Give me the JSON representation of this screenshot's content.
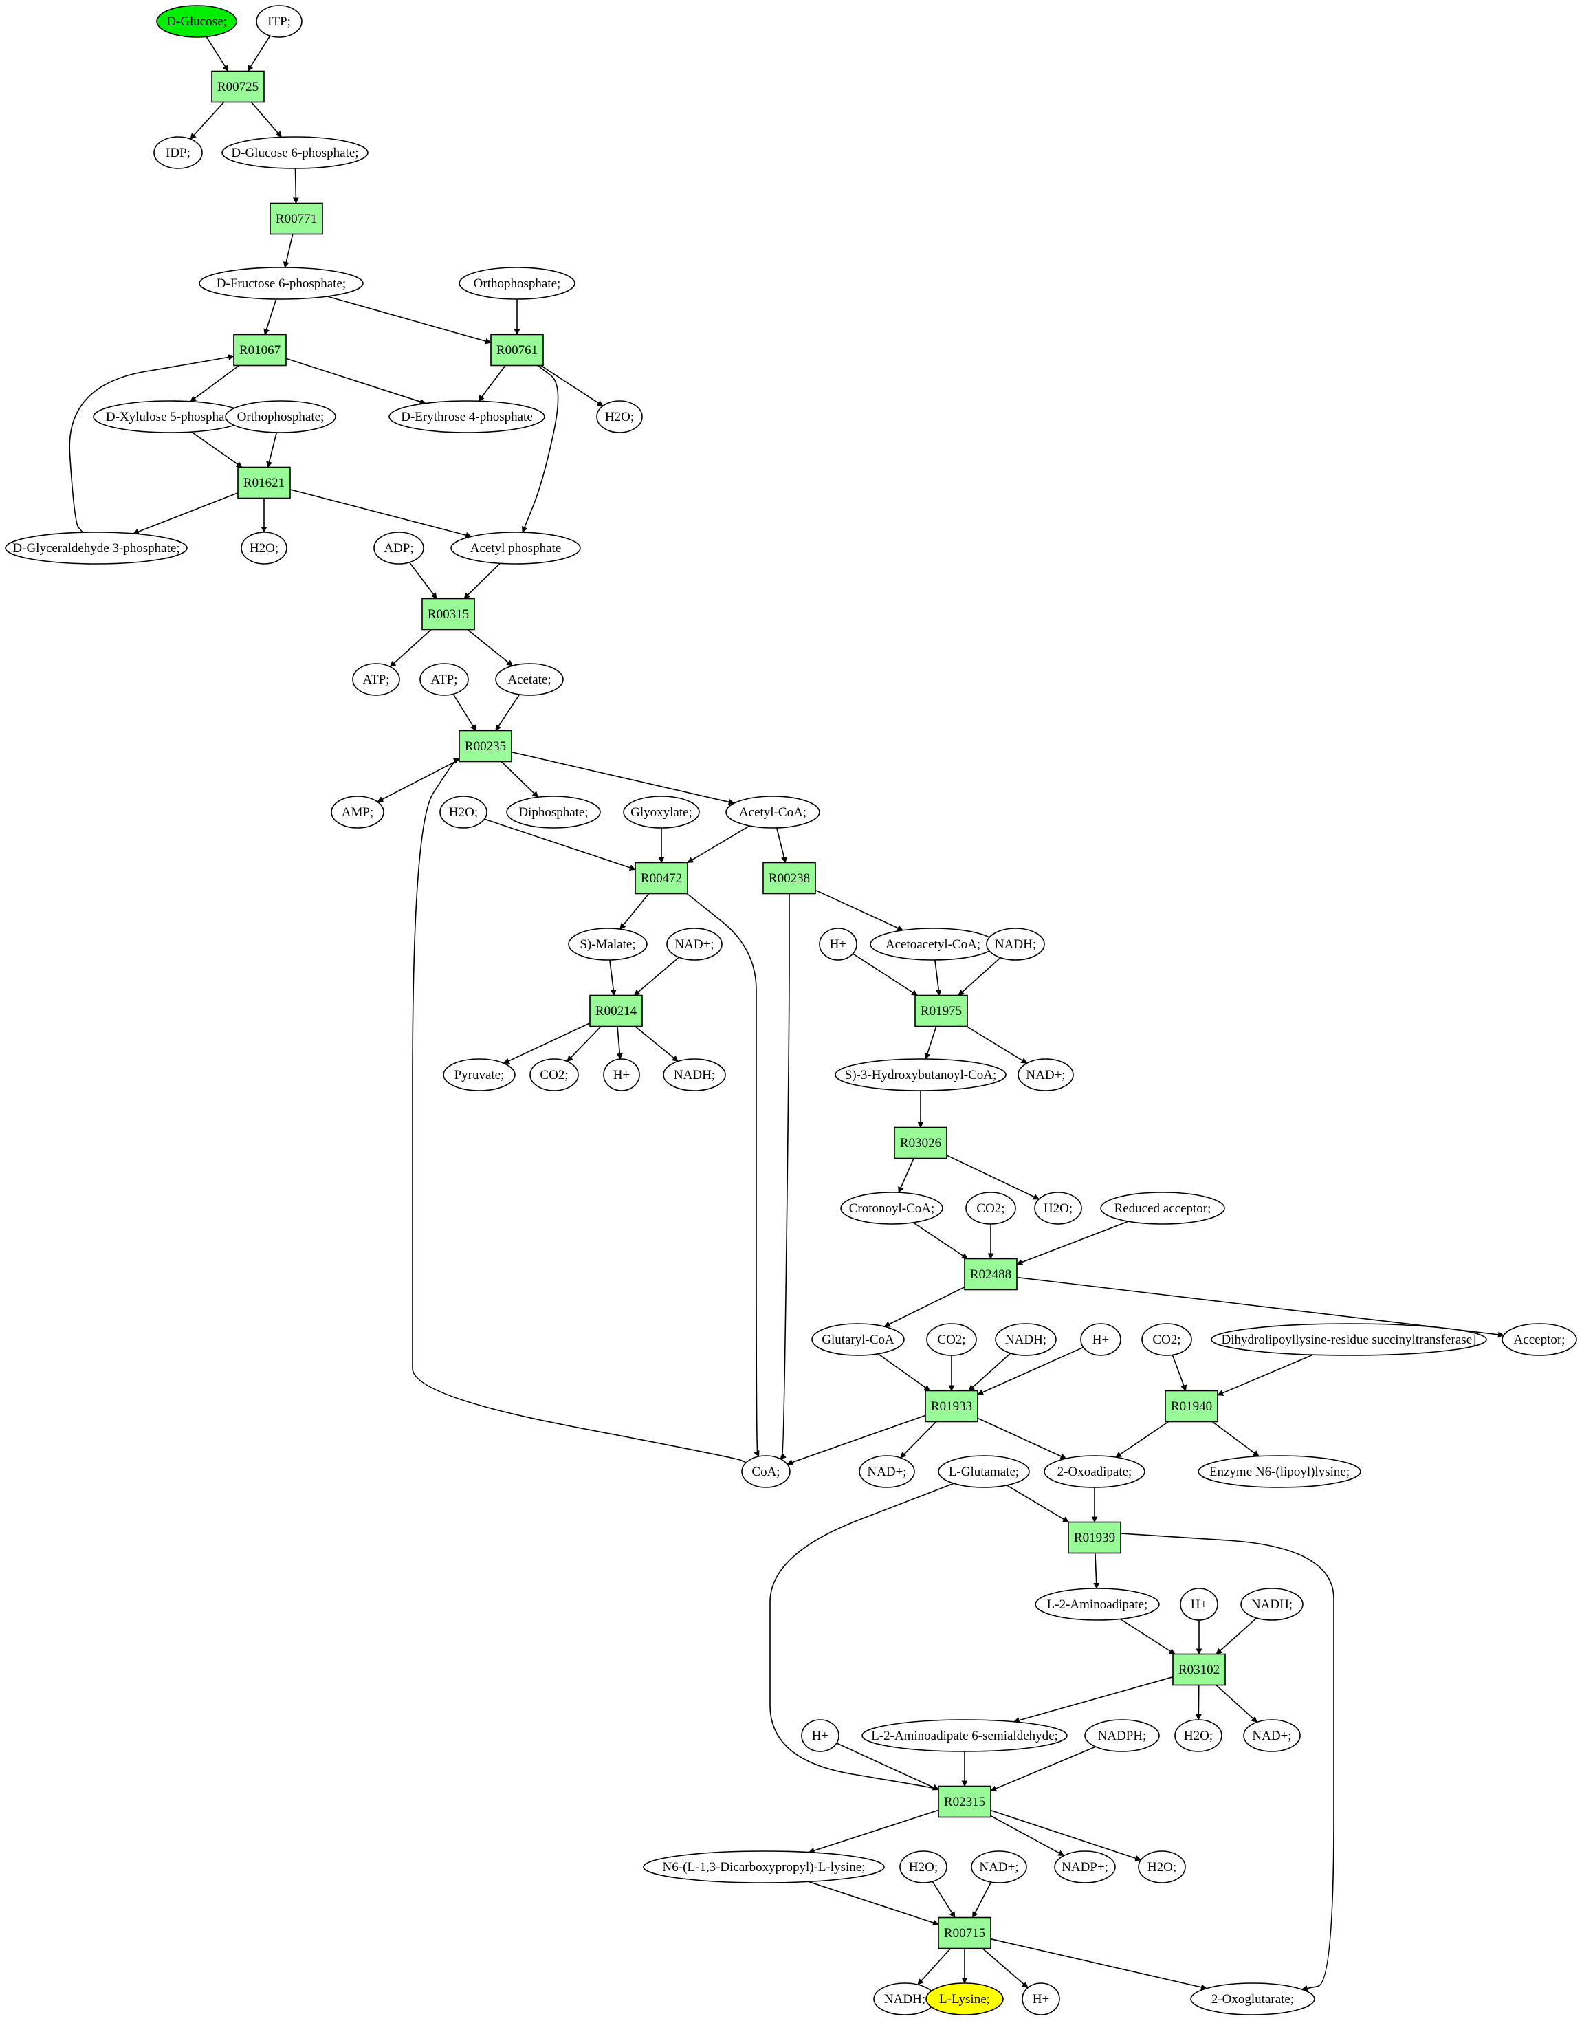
{
  "colors": {
    "reaction_fill": "#98fb98",
    "start_fill": "#00ee00",
    "target_fill": "#ffff00",
    "compound_fill": "#ffffff",
    "stroke": "#000000"
  },
  "compounds": [
    {
      "id": "c1",
      "label": "D-Glucose;",
      "role": "start"
    },
    {
      "id": "c2",
      "label": "ITP;"
    },
    {
      "id": "c3",
      "label": "IDP;"
    },
    {
      "id": "c4",
      "label": "D-Glucose 6-phosphate;"
    },
    {
      "id": "c5",
      "label": "D-Fructose 6-phosphate;"
    },
    {
      "id": "c6",
      "label": "Orthophosphate;"
    },
    {
      "id": "c7",
      "label": "D-Xylulose 5-phosphate"
    },
    {
      "id": "c8",
      "label": "Orthophosphate;"
    },
    {
      "id": "c9",
      "label": "D-Erythrose 4-phosphate"
    },
    {
      "id": "c10",
      "label": "H2O;"
    },
    {
      "id": "c11",
      "label": "D-Glyceraldehyde 3-phosphate;"
    },
    {
      "id": "c12",
      "label": "H2O;"
    },
    {
      "id": "c13",
      "label": "ADP;"
    },
    {
      "id": "c14",
      "label": "Acetyl phosphate"
    },
    {
      "id": "c15",
      "label": "ATP;"
    },
    {
      "id": "c16",
      "label": "ATP;"
    },
    {
      "id": "c17",
      "label": "Acetate;"
    },
    {
      "id": "c18",
      "label": "AMP;"
    },
    {
      "id": "c19",
      "label": "H2O;"
    },
    {
      "id": "c20",
      "label": "Diphosphate;"
    },
    {
      "id": "c21",
      "label": "Glyoxylate;"
    },
    {
      "id": "c22",
      "label": "Acetyl-CoA;"
    },
    {
      "id": "c23",
      "label": "S)-Malate;"
    },
    {
      "id": "c24",
      "label": "NAD+;"
    },
    {
      "id": "c25",
      "label": "H+"
    },
    {
      "id": "c26",
      "label": "Acetoacetyl-CoA;"
    },
    {
      "id": "c27",
      "label": "NADH;"
    },
    {
      "id": "c28",
      "label": "Pyruvate;"
    },
    {
      "id": "c29",
      "label": "CO2;"
    },
    {
      "id": "c30",
      "label": "H+"
    },
    {
      "id": "c31",
      "label": "NADH;"
    },
    {
      "id": "c32",
      "label": "S)-3-Hydroxybutanoyl-CoA;"
    },
    {
      "id": "c33",
      "label": "NAD+;"
    },
    {
      "id": "c34",
      "label": "Crotonoyl-CoA;"
    },
    {
      "id": "c35",
      "label": "CO2;"
    },
    {
      "id": "c36",
      "label": "H2O;"
    },
    {
      "id": "c37",
      "label": "Reduced acceptor;"
    },
    {
      "id": "c38",
      "label": "Glutaryl-CoA"
    },
    {
      "id": "c39",
      "label": "CO2;"
    },
    {
      "id": "c40",
      "label": "NADH;"
    },
    {
      "id": "c41",
      "label": "H+"
    },
    {
      "id": "c42",
      "label": "CO2;"
    },
    {
      "id": "c43",
      "label": "Dihydrolipoyllysine-residue succinyltransferase]"
    },
    {
      "id": "c44",
      "label": "Acceptor;"
    },
    {
      "id": "c45",
      "label": "CoA;"
    },
    {
      "id": "c46",
      "label": "NAD+;"
    },
    {
      "id": "c47",
      "label": "L-Glutamate;"
    },
    {
      "id": "c48",
      "label": "2-Oxoadipate;"
    },
    {
      "id": "c49",
      "label": "Enzyme N6-(lipoyl)lysine;"
    },
    {
      "id": "c50",
      "label": "L-2-Aminoadipate;"
    },
    {
      "id": "c51",
      "label": "H+"
    },
    {
      "id": "c52",
      "label": "NADH;"
    },
    {
      "id": "c53",
      "label": "H+"
    },
    {
      "id": "c54",
      "label": "L-2-Aminoadipate 6-semialdehyde;"
    },
    {
      "id": "c55",
      "label": "NADPH;"
    },
    {
      "id": "c56",
      "label": "H2O;"
    },
    {
      "id": "c57",
      "label": "NAD+;"
    },
    {
      "id": "c58",
      "label": "N6-(L-1,3-Dicarboxypropyl)-L-lysine;"
    },
    {
      "id": "c59",
      "label": "H2O;"
    },
    {
      "id": "c60",
      "label": "NAD+;"
    },
    {
      "id": "c61",
      "label": "NADP+;"
    },
    {
      "id": "c62",
      "label": "H2O;"
    },
    {
      "id": "c63",
      "label": "NADH;"
    },
    {
      "id": "c64",
      "label": "L-Lysine;",
      "role": "target"
    },
    {
      "id": "c65",
      "label": "H+"
    },
    {
      "id": "c66",
      "label": "2-Oxoglutarate;"
    }
  ],
  "reactions": [
    {
      "id": "r1",
      "label": "R00725"
    },
    {
      "id": "r2",
      "label": "R00771"
    },
    {
      "id": "r3",
      "label": "R01067"
    },
    {
      "id": "r4",
      "label": "R00761"
    },
    {
      "id": "r5",
      "label": "R01621"
    },
    {
      "id": "r6",
      "label": "R00315"
    },
    {
      "id": "r7",
      "label": "R00235"
    },
    {
      "id": "r8",
      "label": "R00472"
    },
    {
      "id": "r9",
      "label": "R00238"
    },
    {
      "id": "r10",
      "label": "R00214"
    },
    {
      "id": "r11",
      "label": "R01975"
    },
    {
      "id": "r12",
      "label": "R03026"
    },
    {
      "id": "r13",
      "label": "R02488"
    },
    {
      "id": "r14",
      "label": "R01933"
    },
    {
      "id": "r15",
      "label": "R01940"
    },
    {
      "id": "r16",
      "label": "R01939"
    },
    {
      "id": "r17",
      "label": "R03102"
    },
    {
      "id": "r18",
      "label": "R02315"
    },
    {
      "id": "r19",
      "label": "R00715"
    }
  ],
  "edges": [
    [
      "c1",
      "r1"
    ],
    [
      "c2",
      "r1"
    ],
    [
      "r1",
      "c3"
    ],
    [
      "r1",
      "c4"
    ],
    [
      "c4",
      "r2"
    ],
    [
      "r2",
      "c5"
    ],
    [
      "c5",
      "r3"
    ],
    [
      "c5",
      "r4"
    ],
    [
      "c6",
      "r4"
    ],
    [
      "r3",
      "c7"
    ],
    [
      "r3",
      "c9"
    ],
    [
      "r4",
      "c9"
    ],
    [
      "r4",
      "c10"
    ],
    [
      "r4",
      "c14"
    ],
    [
      "c7",
      "r5"
    ],
    [
      "c8",
      "r5"
    ],
    [
      "r5",
      "c11"
    ],
    [
      "r5",
      "c12"
    ],
    [
      "r5",
      "c14"
    ],
    [
      "c11",
      "r3"
    ],
    [
      "c13",
      "r6"
    ],
    [
      "c14",
      "r6"
    ],
    [
      "r6",
      "c15"
    ],
    [
      "r6",
      "c17"
    ],
    [
      "c16",
      "r7"
    ],
    [
      "c17",
      "r7"
    ],
    [
      "c45",
      "r7"
    ],
    [
      "r7",
      "c18"
    ],
    [
      "r7",
      "c20"
    ],
    [
      "r7",
      "c22"
    ],
    [
      "c19",
      "r8"
    ],
    [
      "c21",
      "r8"
    ],
    [
      "c22",
      "r8"
    ],
    [
      "c22",
      "r9"
    ],
    [
      "r8",
      "c23"
    ],
    [
      "r8",
      "c45"
    ],
    [
      "r9",
      "c45"
    ],
    [
      "r9",
      "c26"
    ],
    [
      "c23",
      "r10"
    ],
    [
      "c24",
      "r10"
    ],
    [
      "r10",
      "c28"
    ],
    [
      "r10",
      "c29"
    ],
    [
      "r10",
      "c30"
    ],
    [
      "r10",
      "c31"
    ],
    [
      "c25",
      "r11"
    ],
    [
      "c26",
      "r11"
    ],
    [
      "c27",
      "r11"
    ],
    [
      "r11",
      "c32"
    ],
    [
      "r11",
      "c33"
    ],
    [
      "c32",
      "r12"
    ],
    [
      "r12",
      "c34"
    ],
    [
      "r12",
      "c36"
    ],
    [
      "c34",
      "r13"
    ],
    [
      "c35",
      "r13"
    ],
    [
      "c37",
      "r13"
    ],
    [
      "r13",
      "c38"
    ],
    [
      "r13",
      "c44"
    ],
    [
      "c38",
      "r14"
    ],
    [
      "c39",
      "r14"
    ],
    [
      "c40",
      "r14"
    ],
    [
      "c41",
      "r14"
    ],
    [
      "r14",
      "c45"
    ],
    [
      "r14",
      "c46"
    ],
    [
      "r14",
      "c48"
    ],
    [
      "c42",
      "r15"
    ],
    [
      "c43",
      "r15"
    ],
    [
      "r15",
      "c48"
    ],
    [
      "r15",
      "c49"
    ],
    [
      "c48",
      "r16"
    ],
    [
      "c47",
      "r16"
    ],
    [
      "c47",
      "r18"
    ],
    [
      "r16",
      "c50"
    ],
    [
      "r16",
      "c66"
    ],
    [
      "c50",
      "r17"
    ],
    [
      "c51",
      "r17"
    ],
    [
      "c52",
      "r17"
    ],
    [
      "r17",
      "c54"
    ],
    [
      "r17",
      "c56"
    ],
    [
      "r17",
      "c57"
    ],
    [
      "c53",
      "r18"
    ],
    [
      "c54",
      "r18"
    ],
    [
      "c55",
      "r18"
    ],
    [
      "r18",
      "c58"
    ],
    [
      "r18",
      "c61"
    ],
    [
      "r18",
      "c62"
    ],
    [
      "c58",
      "r19"
    ],
    [
      "c59",
      "r19"
    ],
    [
      "c60",
      "r19"
    ],
    [
      "r19",
      "c63"
    ],
    [
      "r19",
      "c64"
    ],
    [
      "r19",
      "c65"
    ],
    [
      "r19",
      "c66"
    ]
  ]
}
